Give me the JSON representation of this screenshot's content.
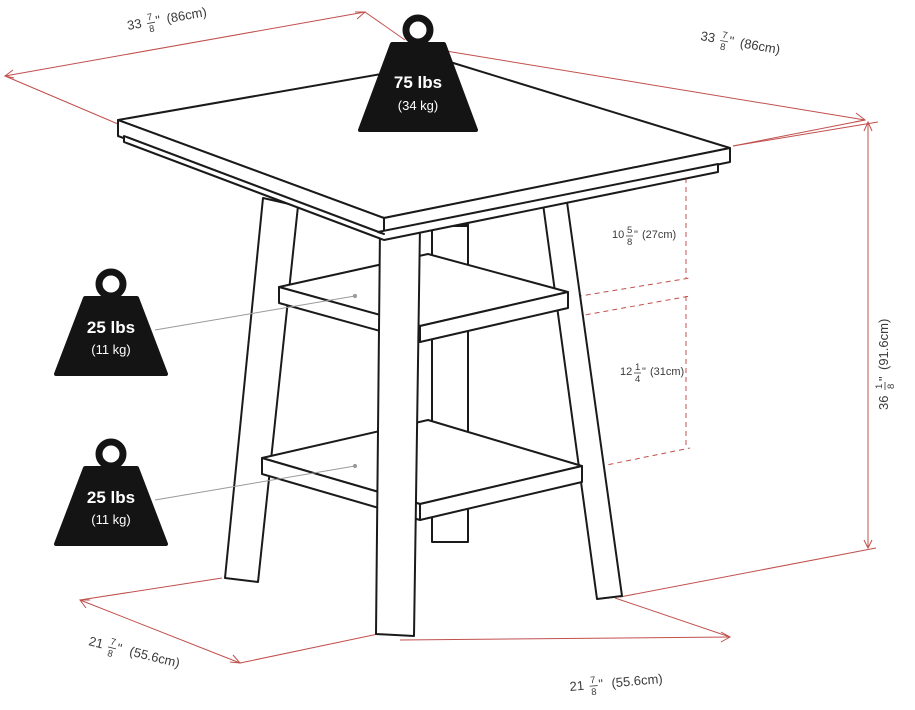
{
  "dimensions": {
    "top_width": {
      "whole": "33",
      "num": "7",
      "den": "8",
      "unit": "\"",
      "metric": "(86cm)"
    },
    "top_depth": {
      "whole": "33",
      "num": "7",
      "den": "8",
      "unit": "\"",
      "metric": "(86cm)"
    },
    "height": {
      "whole": "36",
      "num": "1",
      "den": "8",
      "unit": "\"",
      "metric": "(91.6cm)"
    },
    "upper_spacing": {
      "whole": "10",
      "num": "5",
      "den": "8",
      "unit": "\"",
      "metric": "(27cm)"
    },
    "lower_spacing": {
      "whole": "12",
      "num": "1",
      "den": "4",
      "unit": "\"",
      "metric": "(31cm)"
    },
    "base_width": {
      "whole": "21",
      "num": "7",
      "den": "8",
      "unit": "\"",
      "metric": "(55.6cm)"
    },
    "base_depth": {
      "whole": "21",
      "num": "7",
      "den": "8",
      "unit": "\"",
      "metric": "(55.6cm)"
    }
  },
  "weights": {
    "tabletop": {
      "main": "75 lbs",
      "sub": "(34 kg)"
    },
    "upper_shelf": {
      "main": "25 lbs",
      "sub": "(11 kg)"
    },
    "lower_shelf": {
      "main": "25 lbs",
      "sub": "(11 kg)"
    }
  },
  "colors": {
    "dimension_line": "#c0504d",
    "outline": "#1a1a1a",
    "weight_icon": "#141414",
    "text": "#3a3a3a"
  }
}
